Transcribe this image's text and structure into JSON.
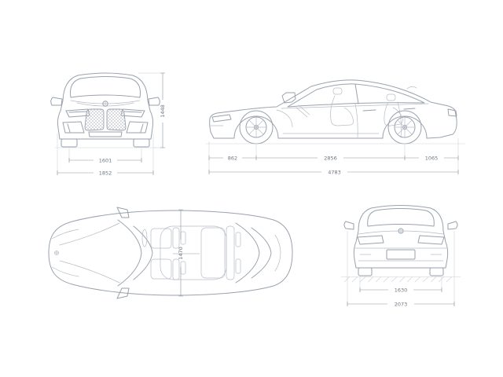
{
  "document": {
    "type": "vehicle-dimension-blueprint"
  },
  "colors": {
    "background": "#ffffff",
    "car_line": "#9aa2ad",
    "dimension_line": "#8b939e",
    "dimension_text": "#6e7681"
  },
  "views": {
    "front": {
      "name": "front-view",
      "track_width": "1601",
      "overall_width": "1852",
      "overall_height": "1448"
    },
    "side": {
      "name": "side-view",
      "front_overhang": "862",
      "wheelbase": "2856",
      "rear_overhang": "1065",
      "overall_length": "4783"
    },
    "top": {
      "name": "top-view",
      "interior_width": "1470"
    },
    "rear": {
      "name": "rear-view",
      "rear_track": "1630",
      "width_incl_mirrors": "2073"
    }
  }
}
